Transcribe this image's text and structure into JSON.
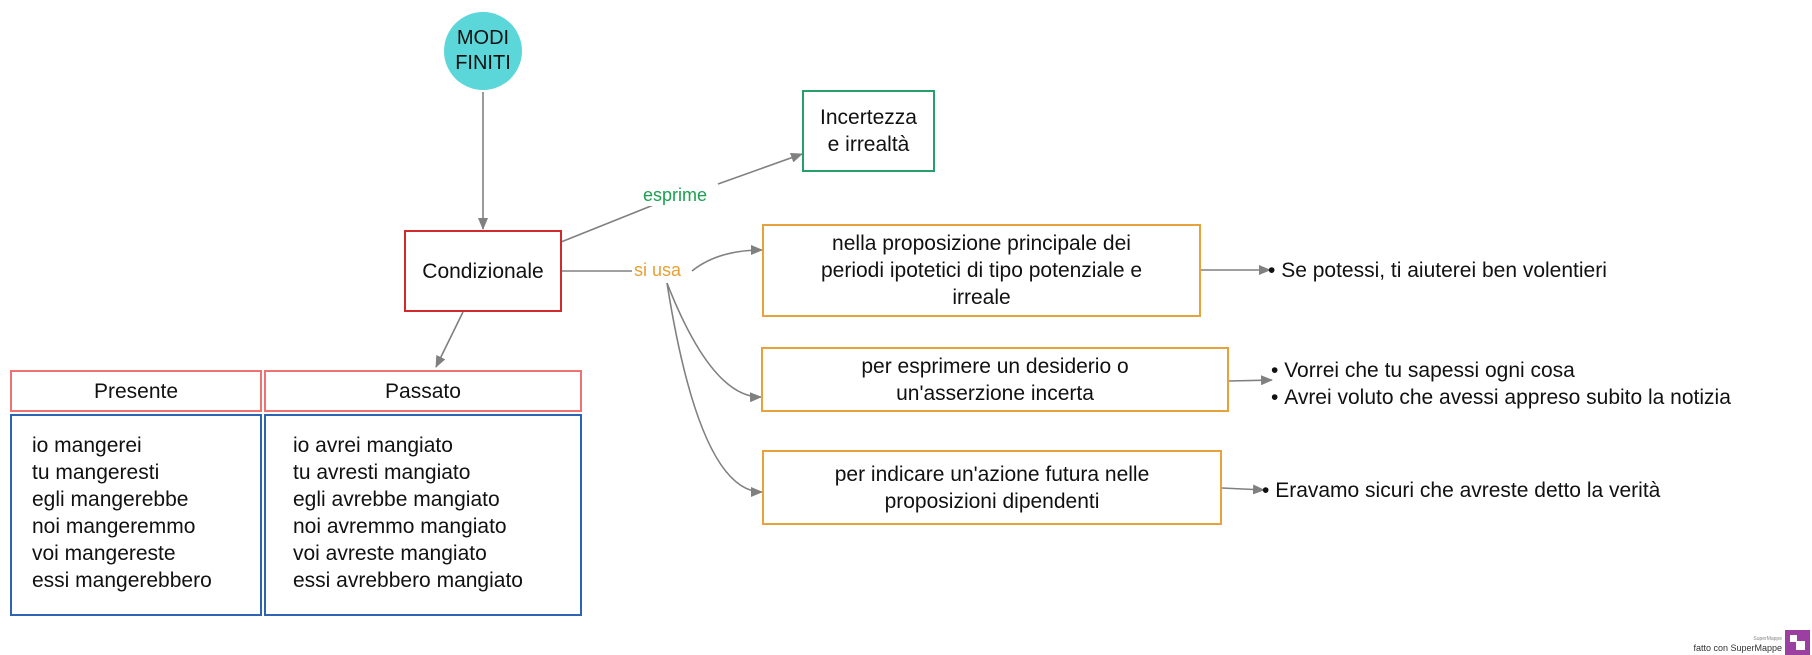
{
  "root": {
    "label": "MODI\nFINITI",
    "color": "#5bd6d9"
  },
  "main": {
    "label": "Condizionale"
  },
  "meaning": {
    "edge_label": "esprime",
    "label": "Incertezza\ne irrealtà"
  },
  "uses": {
    "edge_label": "si usa",
    "items": [
      {
        "label": "nella proposizione principale dei\nperiodi ipotetici di tipo potenziale e\nirreale",
        "examples": [
          "Se potessi, ti aiuterei ben volentieri"
        ]
      },
      {
        "label": "per esprimere un desiderio o\nun'asserzione incerta",
        "examples": [
          "Vorrei che tu sapessi ogni cosa",
          "Avrei voluto che avessi appreso subito la notizia"
        ]
      },
      {
        "label": "per indicare un'azione futura nelle\nproposizioni dipendenti",
        "examples": [
          "Eravamo sicuri che avreste detto la verità"
        ]
      }
    ]
  },
  "tenses": [
    {
      "name": "Presente",
      "forms": "io mangerei\ntu mangeresti\negli mangerebbe\nnoi mangeremmo\nvoi mangereste\nessi mangerebbero"
    },
    {
      "name": "Passato",
      "forms": "io avrei mangiato\ntu avresti mangiato\negli avrebbe mangiato\nnoi avremmo mangiato\nvoi avreste mangiato\nessi avrebbero mangiato"
    }
  ],
  "footer": {
    "small_text": "SuperMappe",
    "text": "fatto con SuperMappe"
  },
  "colors": {
    "edge": "#808080",
    "main_border": "#d22a2a",
    "meaning_border": "#25a06a",
    "esprime_label": "#1aa050",
    "use_border": "#e6a33b",
    "si_usa_label": "#e6a033",
    "tense_border": "#ef7272",
    "forms_border": "#2f64b5",
    "logo": "#9b3fa0"
  }
}
